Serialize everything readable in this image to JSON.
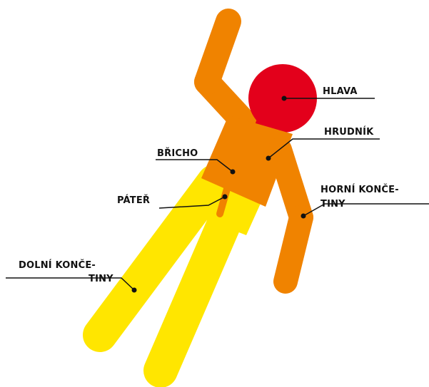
{
  "labels": {
    "head": "HLAVA",
    "chest": "HRUDNÍK",
    "abdomen": "BŘICHO",
    "spine": "PÁTEŘ",
    "upper_limbs_line1": "HORNÍ KONČE-",
    "upper_limbs_line2": "TINY",
    "lower_limbs_line1": "DOLNÍ KONČE-",
    "lower_limbs_line2": "TINY"
  },
  "colors": {
    "head": "#e3001b",
    "torso": "#f08300",
    "legs": "#ffe600",
    "spine": "#f08300",
    "leader_lines": "#111111"
  },
  "icons": {
    "figure": "human-figure-body-parts"
  }
}
